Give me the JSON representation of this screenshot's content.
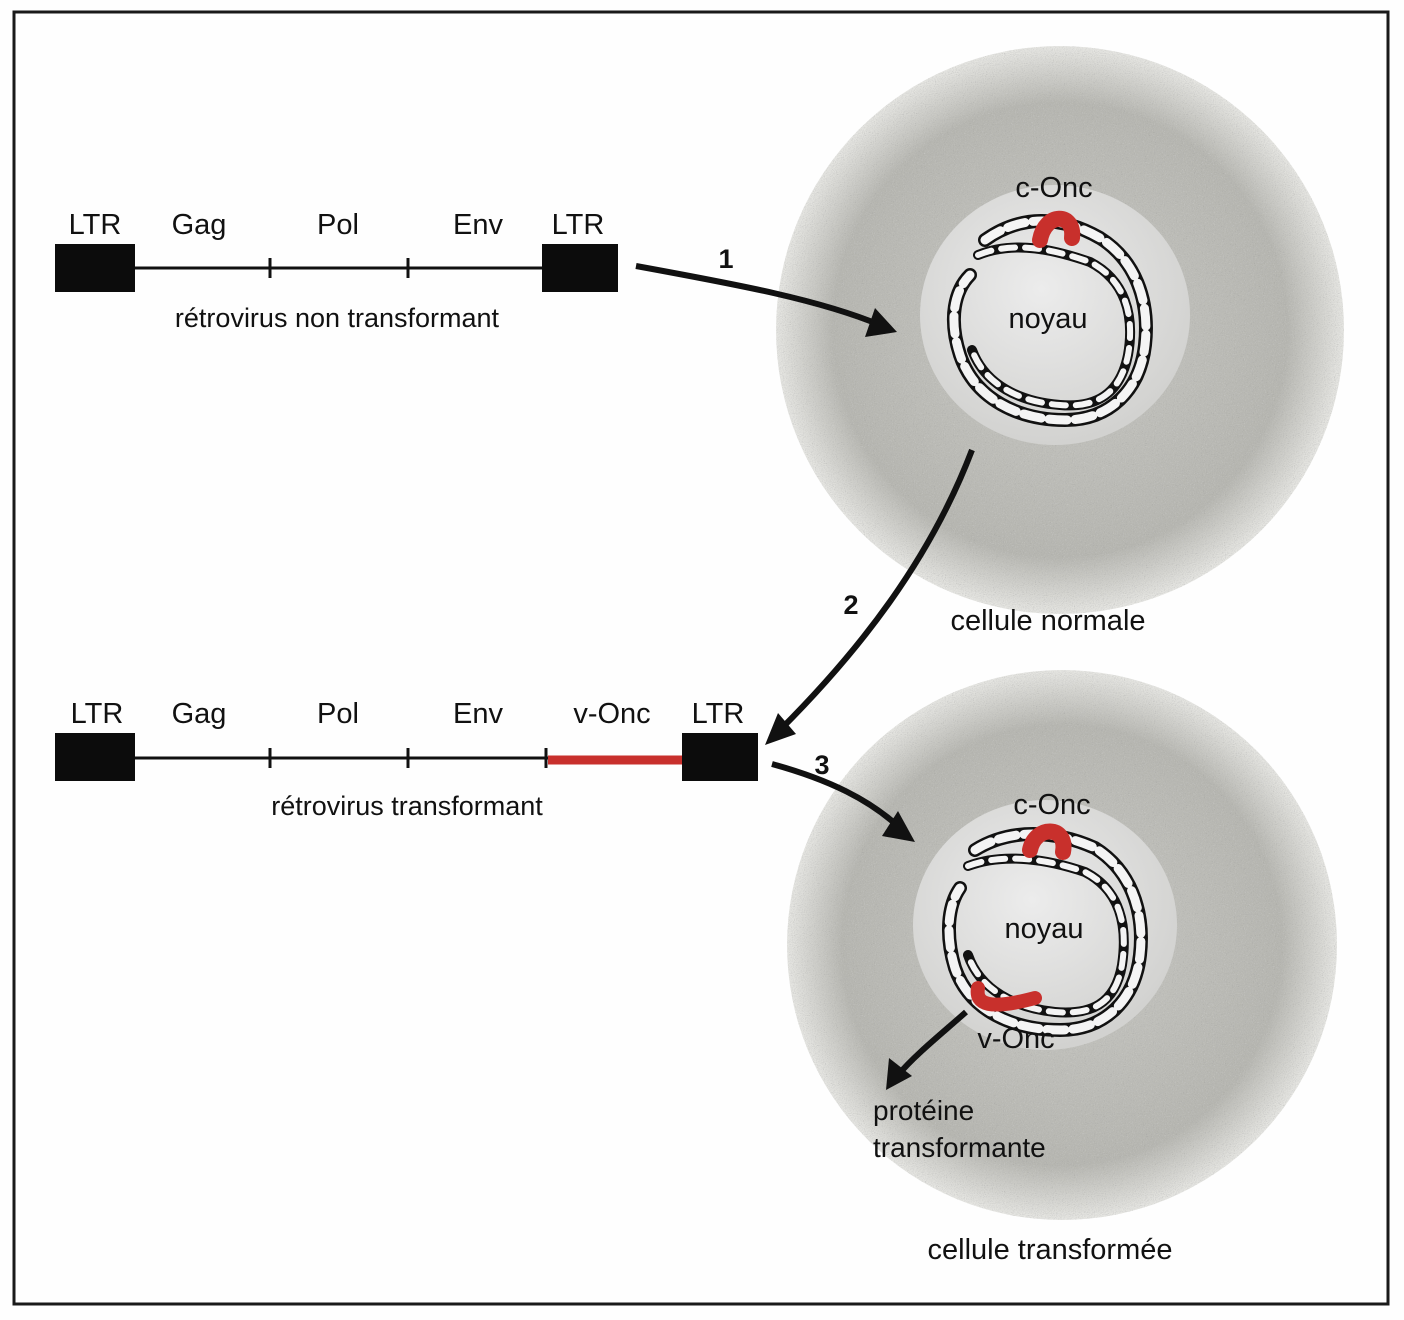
{
  "colors": {
    "page": "#fefefe",
    "frame": "#1a1a1a",
    "ink": "#111111",
    "onc_red": "#c8302c",
    "cytoplasm": "#b9b9b3",
    "nucleus": "#dedede"
  },
  "virus_non_transforming": {
    "ltr_left": "LTR",
    "gag": "Gag",
    "pol": "Pol",
    "env": "Env",
    "ltr_right": "LTR",
    "caption": "rétrovirus non transformant"
  },
  "virus_transforming": {
    "ltr_left": "LTR",
    "gag": "Gag",
    "pol": "Pol",
    "env": "Env",
    "v_onc": "v-Onc",
    "ltr_right": "LTR",
    "caption": "rétrovirus transformant"
  },
  "steps": {
    "step1": "1",
    "step2": "2",
    "step3": "3"
  },
  "normal_cell": {
    "c_onc": "c-Onc",
    "nucleus": "noyau",
    "caption": "cellule normale"
  },
  "transformed_cell": {
    "c_onc": "c-Onc",
    "nucleus": "noyau",
    "v_onc": "v-Onc",
    "protein_line1": "protéine",
    "protein_line2": "transformante",
    "caption": "cellule transformée"
  }
}
